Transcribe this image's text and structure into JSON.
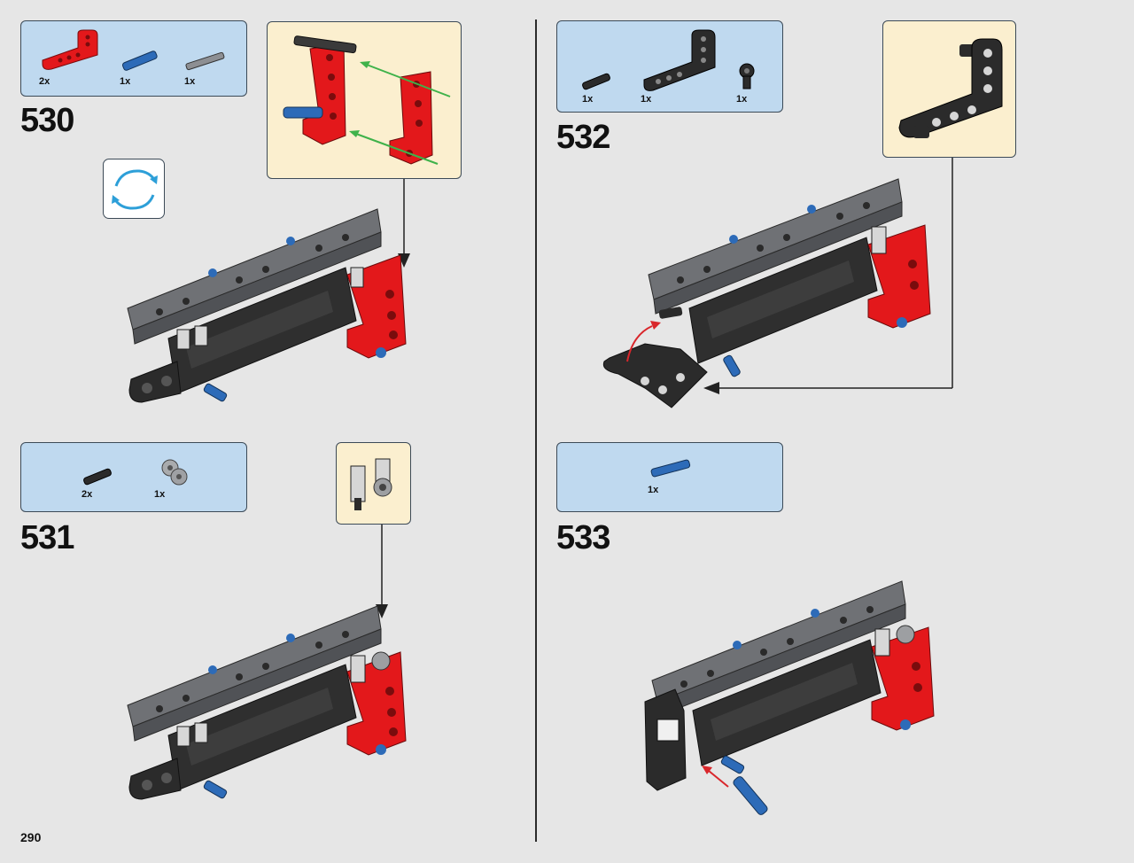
{
  "page_number": "290",
  "colors": {
    "background": "#e6e6e6",
    "parts_panel": "#bfd9ef",
    "callout_panel": "#fbefcf",
    "red_part": "#e3181b",
    "blue_part": "#2d6bb8",
    "black_part": "#2b2b2b",
    "grey_beam": "#6f7175",
    "arrow_green": "#3fb24a",
    "arrow_red": "#d9262b"
  },
  "steps": [
    {
      "number": "530",
      "parts": [
        {
          "qty": "2x",
          "icon": "red-angled-beam-icon"
        },
        {
          "qty": "1x",
          "icon": "blue-axle-pin-icon"
        },
        {
          "qty": "1x",
          "icon": "grey-axle-icon"
        }
      ],
      "rotate_icon": "rotate-model-icon"
    },
    {
      "number": "531",
      "parts": [
        {
          "qty": "2x",
          "icon": "black-axle-pin-icon"
        },
        {
          "qty": "1x",
          "icon": "grey-connector-icon"
        }
      ]
    },
    {
      "number": "532",
      "parts": [
        {
          "qty": "1x",
          "icon": "black-axle-pin-icon"
        },
        {
          "qty": "1x",
          "icon": "black-l-beam-icon"
        },
        {
          "qty": "1x",
          "icon": "black-axle-connector-icon"
        }
      ]
    },
    {
      "number": "533",
      "parts": [
        {
          "qty": "1x",
          "icon": "blue-axle-pin-icon"
        }
      ]
    }
  ]
}
